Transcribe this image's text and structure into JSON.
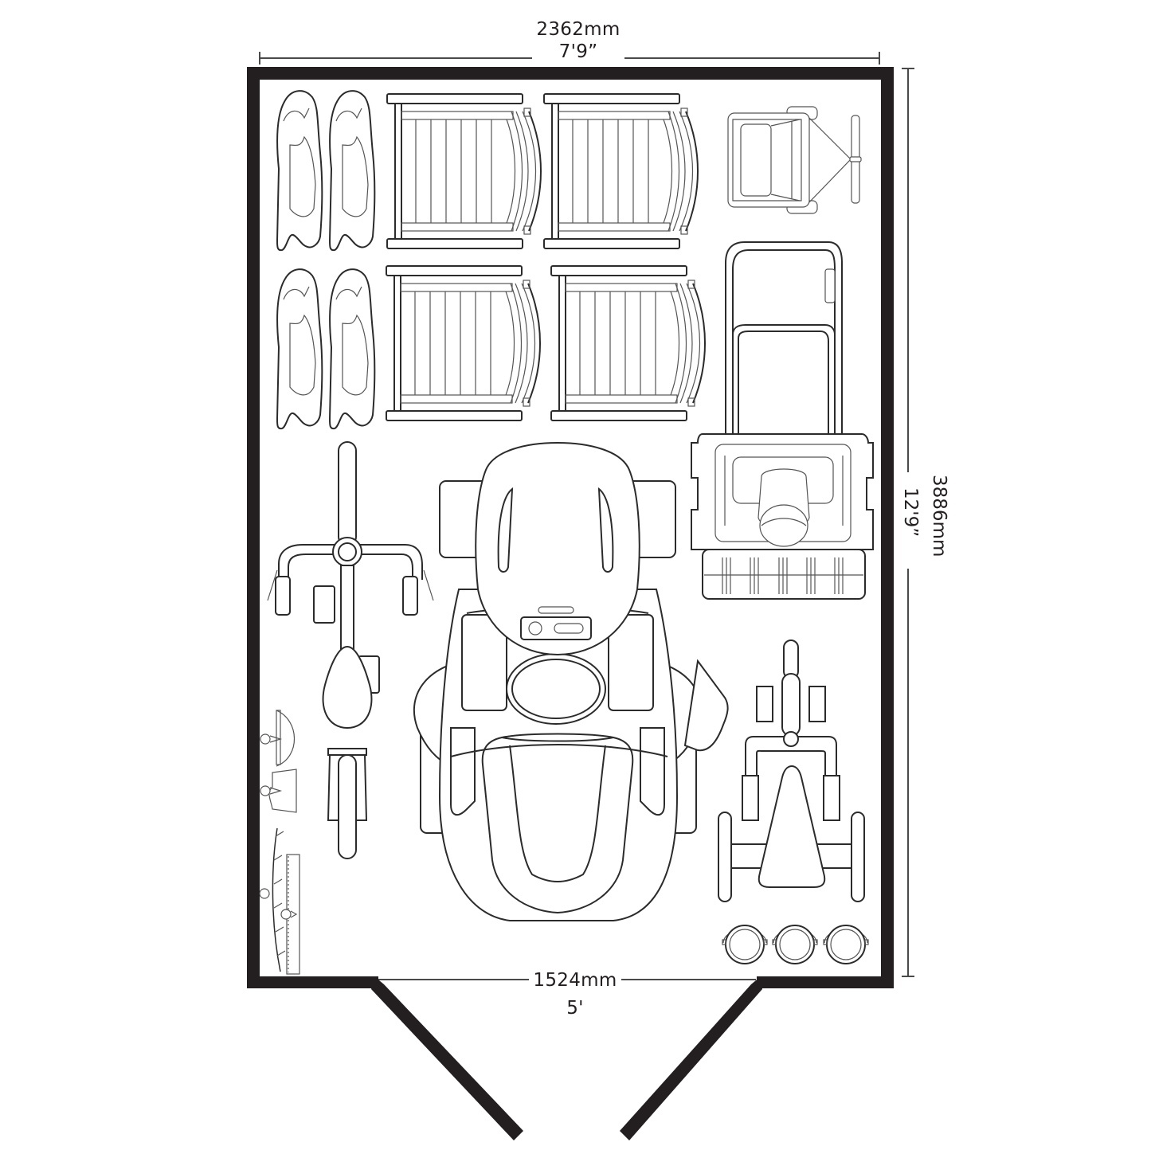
{
  "diagram": {
    "type": "shed floor plan (top view)",
    "dimensions": {
      "width": {
        "metric": "2362mm",
        "imperial": "7'9”"
      },
      "depth": {
        "metric": "3886mm",
        "imperial": "12'9”"
      },
      "door_opening": {
        "metric": "1524mm",
        "imperial": "5'"
      }
    },
    "colors": {
      "wall": "#231f20",
      "line": "#2b2b2b",
      "background": "#ffffff"
    },
    "contents": [
      {
        "id": "folding-chair",
        "count": 4,
        "area": "top-left"
      },
      {
        "id": "deck-chair",
        "count": 4,
        "area": "top-center"
      },
      {
        "id": "wheelbarrow",
        "count": 1,
        "area": "top-right"
      },
      {
        "id": "lawn-mower",
        "count": 1,
        "area": "right"
      },
      {
        "id": "bicycle",
        "count": 1,
        "area": "left"
      },
      {
        "id": "ride-on-mower",
        "count": 1,
        "area": "center"
      },
      {
        "id": "tricycle",
        "count": 1,
        "area": "bottom-right"
      },
      {
        "id": "buckets",
        "count": 3,
        "area": "bottom-right"
      },
      {
        "id": "wall-hung-garden-tools",
        "count": 4,
        "area": "left-wall"
      }
    ],
    "doors": {
      "type": "double doors, open outward",
      "count": 2
    }
  }
}
